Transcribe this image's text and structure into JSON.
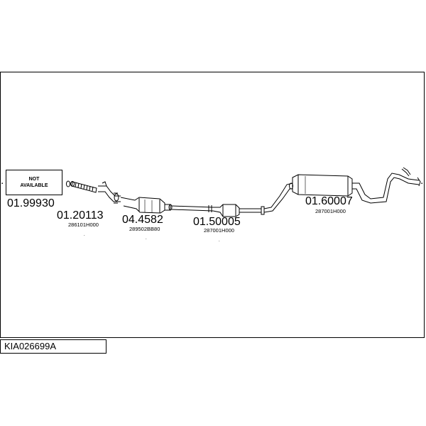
{
  "assembly_code": "KIA026699A",
  "not_available": {
    "line1": "NOT",
    "line2": "AVAILABLE"
  },
  "parts": [
    {
      "number": "01.99930",
      "oe": ""
    },
    {
      "number": "01.20113",
      "oe": "286101H000"
    },
    {
      "number": "04.4582",
      "oe": "289502BB80"
    },
    {
      "number": "01.50005",
      "oe": "287001H000"
    },
    {
      "number": "01.60007",
      "oe": "287001H000"
    }
  ]
}
